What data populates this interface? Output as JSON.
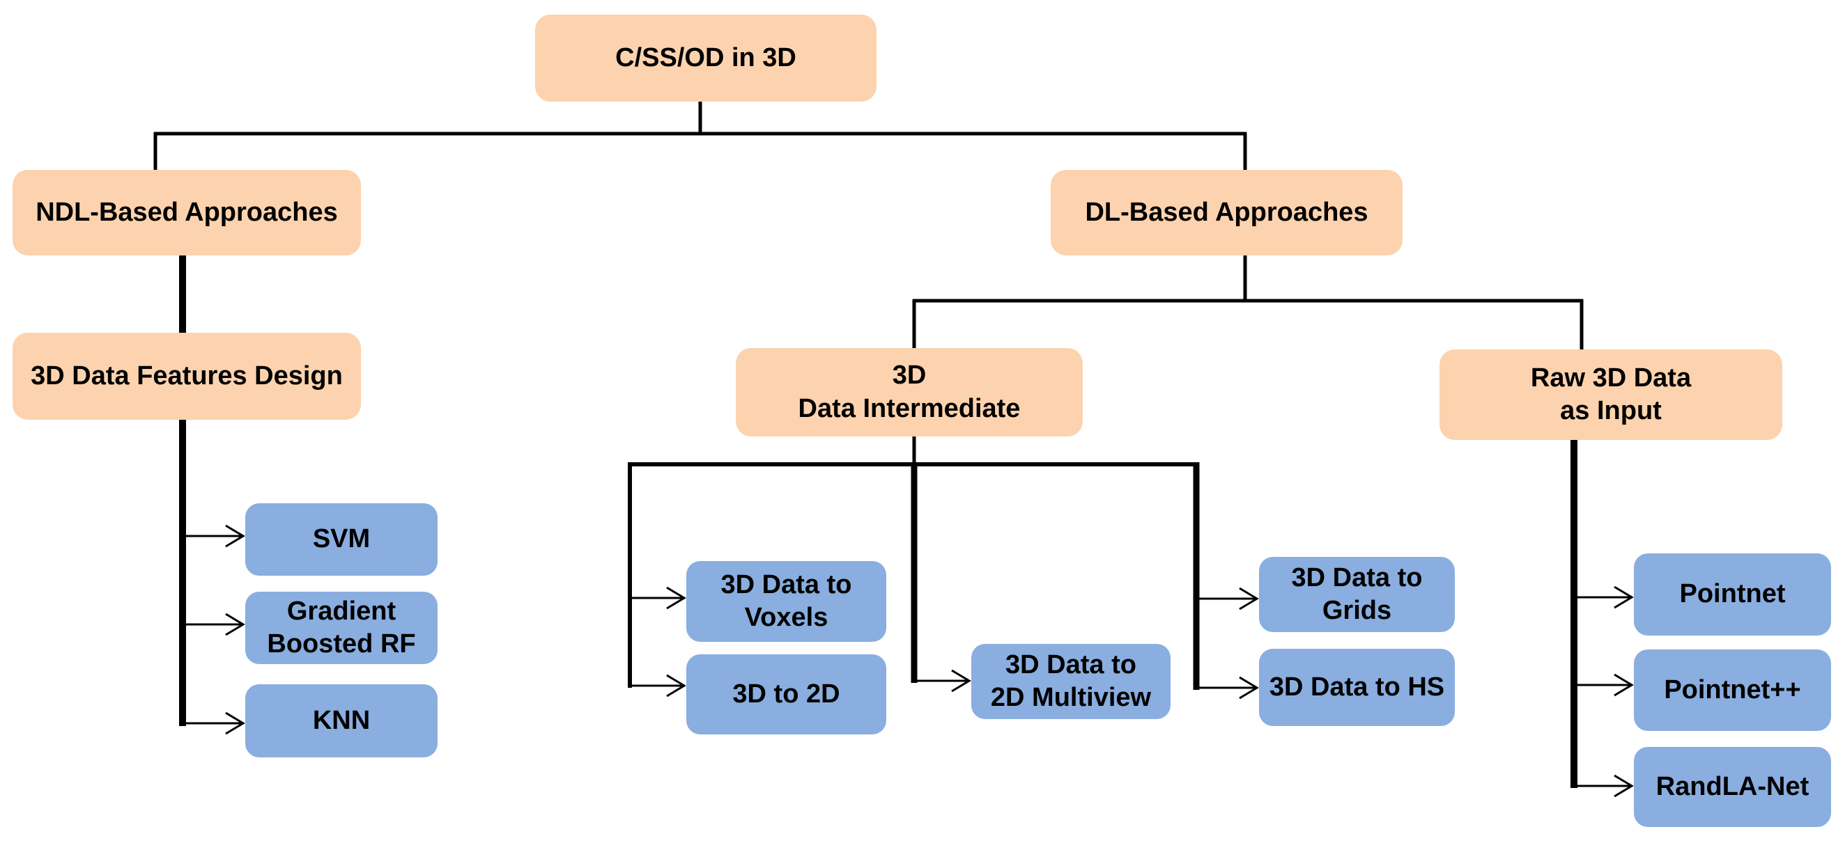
{
  "colors": {
    "category_fill": "#FCD3AE",
    "leaf_fill": "#89AEDF",
    "connector": "#000000",
    "text": "#000000",
    "background": "#FFFFFF"
  },
  "nodes": {
    "root": {
      "label": "C/SS/OD in 3D"
    },
    "ndl": {
      "label": "NDL-Based Approaches"
    },
    "features": {
      "label": "3D Data Features Design"
    },
    "svm": {
      "label": "SVM"
    },
    "gbrf": {
      "label": "Gradient\nBoosted RF"
    },
    "knn": {
      "label": "KNN"
    },
    "dl": {
      "label": "DL-Based Approaches"
    },
    "intermediate": {
      "label": "3D\nData Intermediate"
    },
    "raw": {
      "label": "Raw 3D Data\nas Input"
    },
    "voxels": {
      "label": "3D Data to\nVoxels"
    },
    "to2d": {
      "label": "3D to 2D"
    },
    "multiview": {
      "label": "3D Data to\n2D Multiview"
    },
    "grids": {
      "label": "3D Data to\nGrids"
    },
    "hs": {
      "label": "3D Data to HS"
    },
    "pointnet": {
      "label": "Pointnet"
    },
    "pointnetpp": {
      "label": "Pointnet++"
    },
    "randla": {
      "label": "RandLA-Net"
    }
  }
}
